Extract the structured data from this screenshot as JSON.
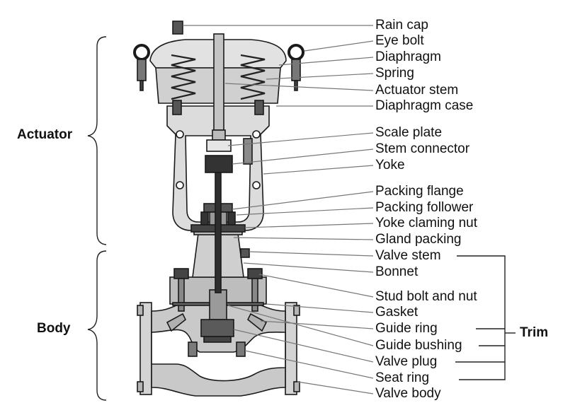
{
  "groups": {
    "actuator": "Actuator",
    "body": "Body",
    "trim": "Trim"
  },
  "labels": [
    "Rain cap",
    "Eye bolt",
    "Diaphragm",
    "Spring",
    "Actuator stem",
    "Diaphragm case",
    "Scale plate",
    "Stem connector",
    "Yoke",
    "Packing flange",
    "Packing follower",
    "Yoke claming nut",
    "Gland packing",
    "Valve stem",
    "Bonnet",
    "Stud bolt and nut",
    "Gasket",
    "Guide ring",
    "Guide bushing",
    "Valve plug",
    "Seat ring",
    "Valve body"
  ],
  "colors": {
    "metal_light": "#d9d9d9",
    "metal_mid": "#b5b5b5",
    "metal_dark": "#4a4a4a",
    "outline": "#1a1a1a",
    "leader": "#777777"
  }
}
